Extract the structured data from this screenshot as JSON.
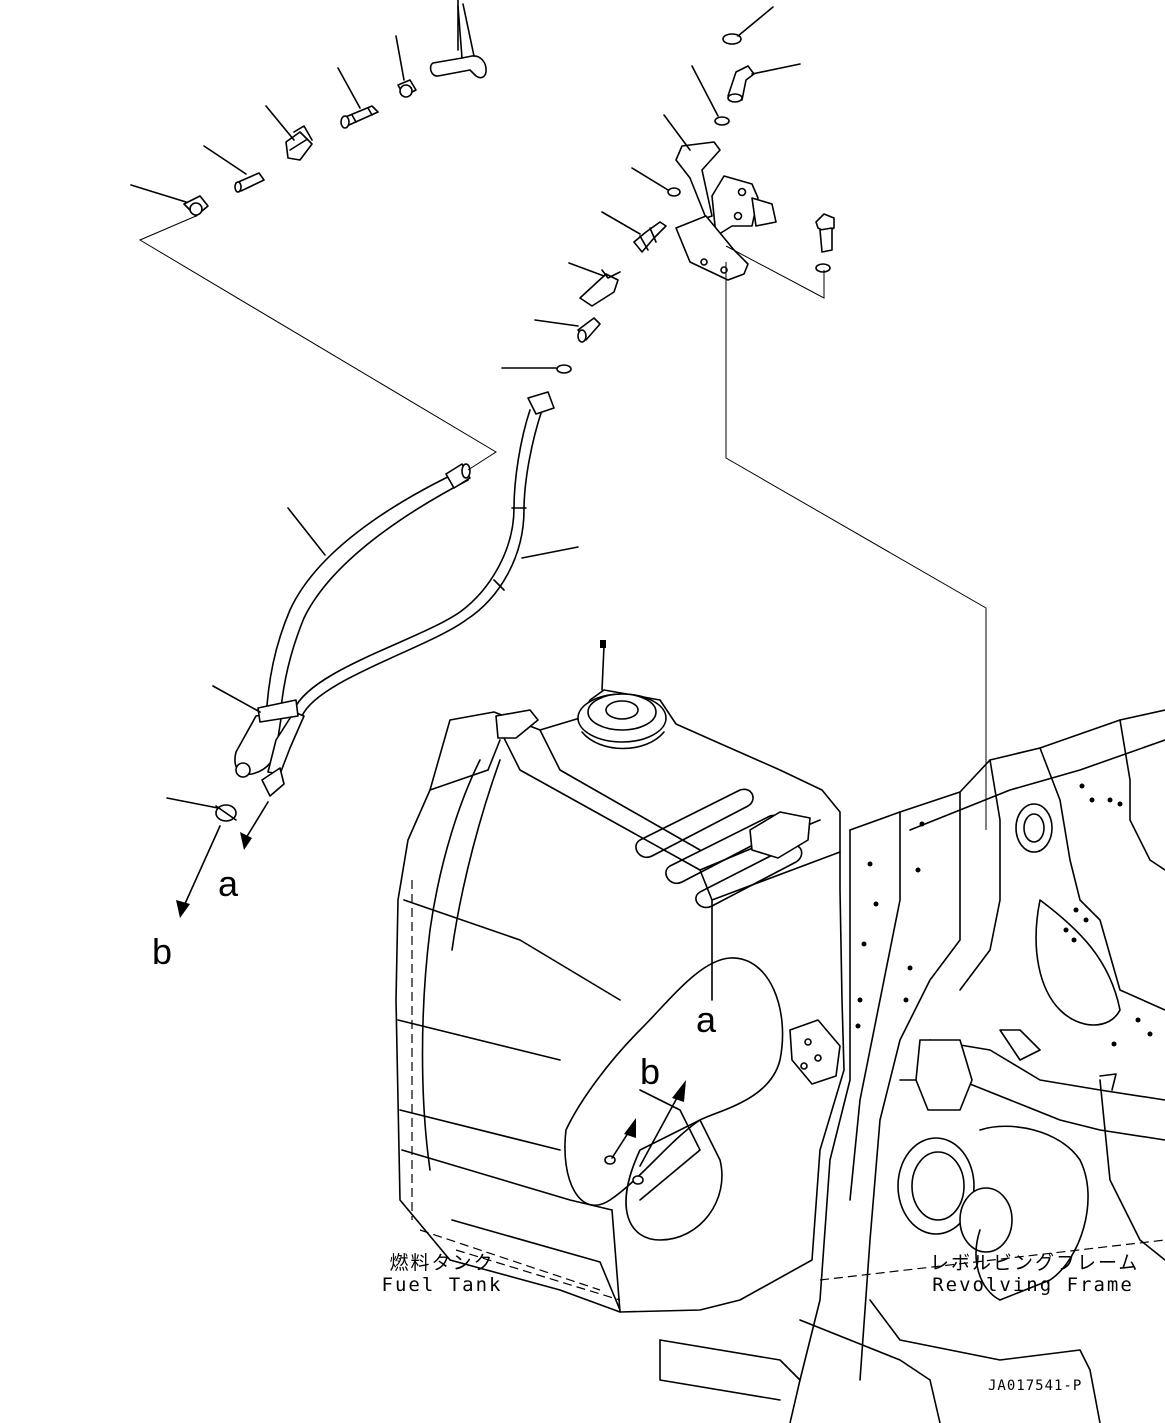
{
  "diagram": {
    "labels": {
      "fuel_tank_jp": "燃料タンク",
      "fuel_tank_en": "Fuel Tank",
      "revolving_frame_jp": "レボルビングフレーム",
      "revolving_frame_en": "Revolving Frame",
      "drawing_code": "JA017541-P"
    },
    "arrows": {
      "hose_end_a": "a",
      "hose_end_b": "b",
      "tank_port_a": "a",
      "tank_port_b": "b"
    },
    "callout_count": 19
  }
}
